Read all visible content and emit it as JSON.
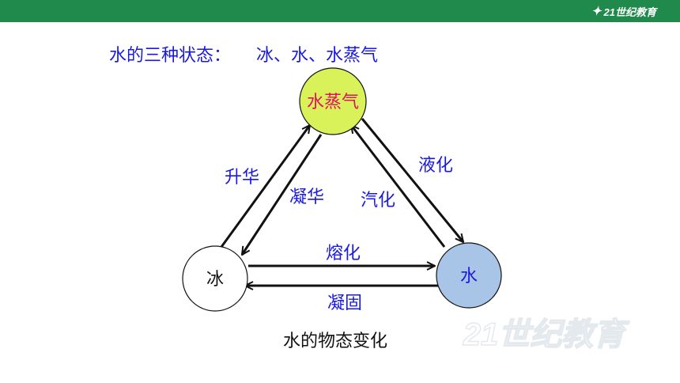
{
  "header": {
    "brand_logo_text": "21世纪教育",
    "colors": {
      "bar": "#1f8a4c"
    }
  },
  "heading": {
    "label": "水的三种状态：",
    "states": "冰、水、水蒸气"
  },
  "nodes": {
    "vapor": {
      "label": "水蒸气",
      "fill": "#d9f25a",
      "text_color": "#e0115f"
    },
    "ice": {
      "label": "冰",
      "fill": "#ffffff",
      "text_color": "#111111"
    },
    "water": {
      "label": "水",
      "fill": "#a8c4e6",
      "text_color": "#1a1adf"
    }
  },
  "edges": {
    "sublimation": "升华",
    "desublimation": "凝华",
    "vaporization": "汽化",
    "liquefaction": "液化",
    "melting": "熔化",
    "solidification": "凝固"
  },
  "caption": "水的物态变化",
  "watermark_text": "21世纪教育"
}
